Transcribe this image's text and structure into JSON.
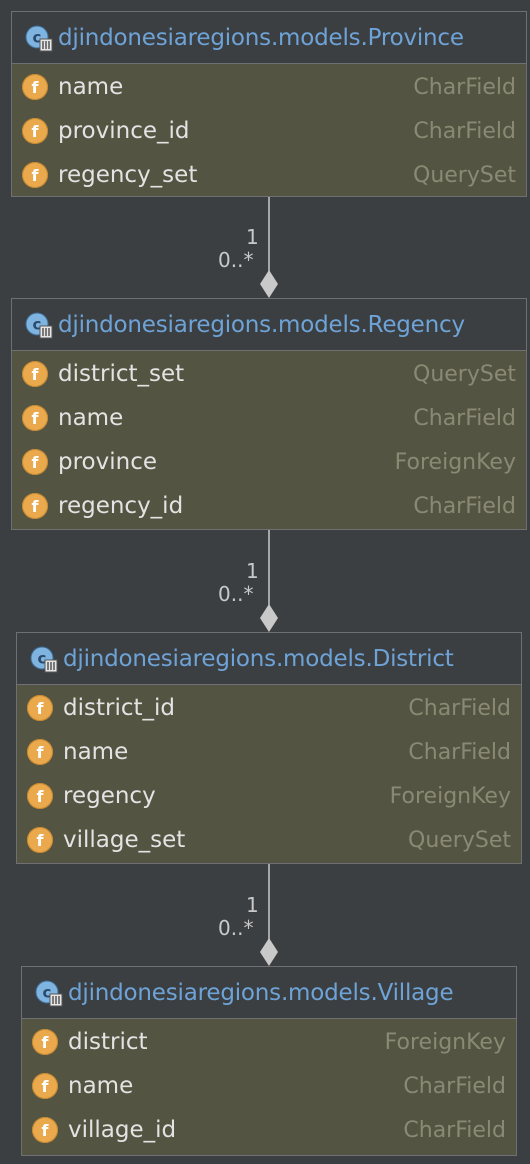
{
  "classes": [
    {
      "title": "djindonesiaregions.models.Province",
      "fields": [
        {
          "icon": "f",
          "name": "name",
          "type": "CharField"
        },
        {
          "icon": "f",
          "name": "province_id",
          "type": "CharField"
        },
        {
          "icon": "f",
          "name": "regency_set",
          "type": "QuerySet"
        }
      ]
    },
    {
      "title": "djindonesiaregions.models.Regency",
      "fields": [
        {
          "icon": "f",
          "name": "district_set",
          "type": "QuerySet"
        },
        {
          "icon": "f",
          "name": "name",
          "type": "CharField"
        },
        {
          "icon": "f",
          "name": "province",
          "type": "ForeignKey"
        },
        {
          "icon": "f",
          "name": "regency_id",
          "type": "CharField"
        }
      ]
    },
    {
      "title": "djindonesiaregions.models.District",
      "fields": [
        {
          "icon": "f",
          "name": "district_id",
          "type": "CharField"
        },
        {
          "icon": "f",
          "name": "name",
          "type": "CharField"
        },
        {
          "icon": "f",
          "name": "regency",
          "type": "ForeignKey"
        },
        {
          "icon": "f",
          "name": "village_set",
          "type": "QuerySet"
        }
      ]
    },
    {
      "title": "djindonesiaregions.models.Village",
      "fields": [
        {
          "icon": "f",
          "name": "district",
          "type": "ForeignKey"
        },
        {
          "icon": "f",
          "name": "name",
          "type": "CharField"
        },
        {
          "icon": "f",
          "name": "village_id",
          "type": "CharField"
        }
      ]
    }
  ],
  "connectors": [
    {
      "upper": "1",
      "lower": "0..*"
    },
    {
      "upper": "1",
      "lower": "0..*"
    },
    {
      "upper": "1",
      "lower": "0..*"
    }
  ],
  "colors": {
    "background": "#3c3f41",
    "class_title": "#6ea3d8",
    "field_body": "#545442",
    "field_icon": "#e9a94c",
    "connector": "#c9c9c9"
  }
}
